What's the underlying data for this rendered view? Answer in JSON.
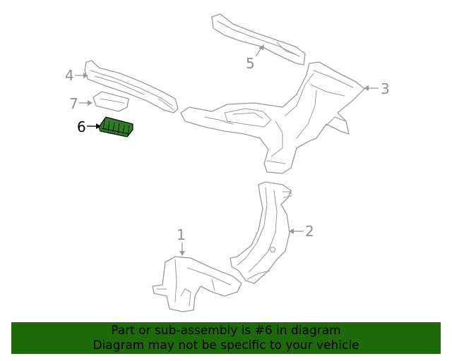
{
  "callouts": {
    "c1": "1",
    "c2": "2",
    "c3": "3",
    "c4": "4",
    "c5": "5",
    "c6": "6",
    "c7": "7"
  },
  "highlighted_callout": "6",
  "colors": {
    "banner_background": "#1e6a0a",
    "highlight_part": "#2e7d22",
    "line_art": "#9a9a9a"
  },
  "banner": {
    "line1": "Part or sub-assembly is #6 in diagram",
    "line2": "Diagram may not be specific to your vehicle"
  }
}
